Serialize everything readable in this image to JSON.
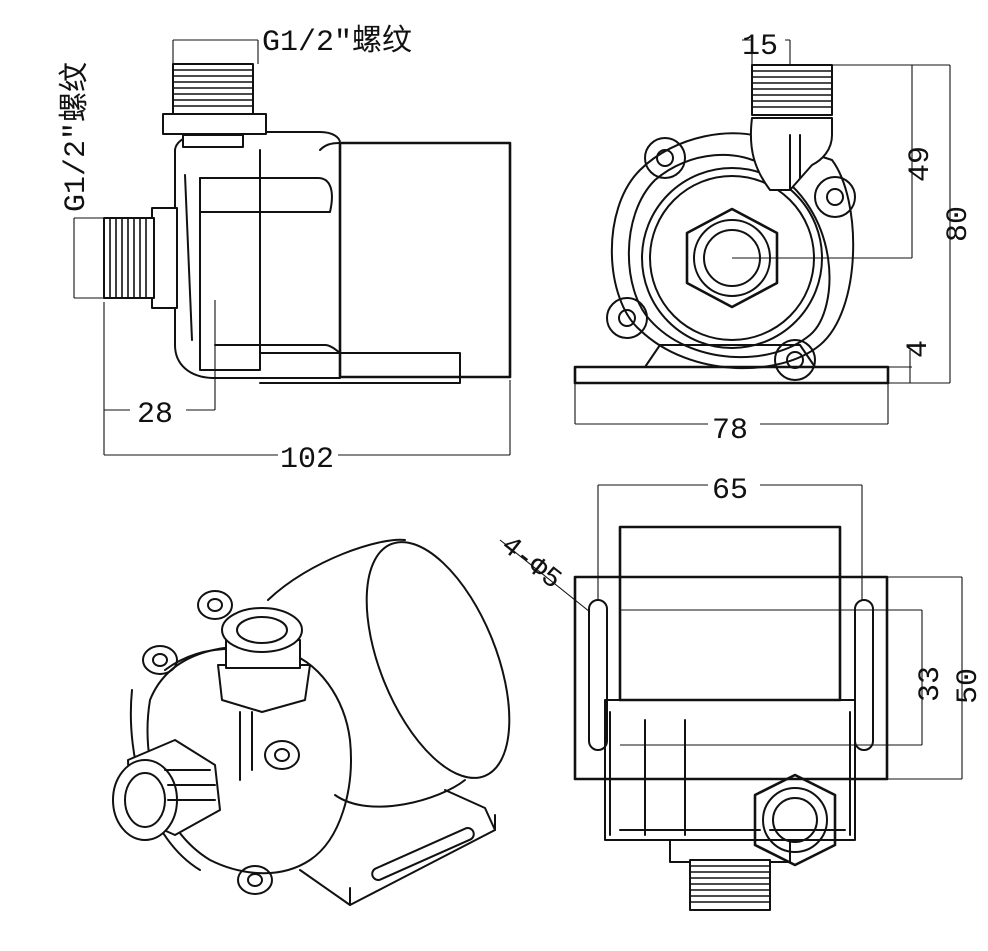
{
  "thread_label": "G1/2″螺纹",
  "side_view": {
    "outlet_thread": "G1/2″螺纹",
    "inlet_thread": "G1/2″螺纹",
    "dim_inlet_length": "28",
    "dim_total_length": "102"
  },
  "front_view": {
    "dim_outlet_offset": "15",
    "dim_outlet_center_height": "49",
    "dim_total_height": "80",
    "dim_base_thickness": "4",
    "dim_base_width": "78"
  },
  "top_view": {
    "dim_width": "65",
    "dim_holes": "4-Φ5",
    "dim_hole_spacing": "33",
    "dim_base_depth": "50"
  }
}
